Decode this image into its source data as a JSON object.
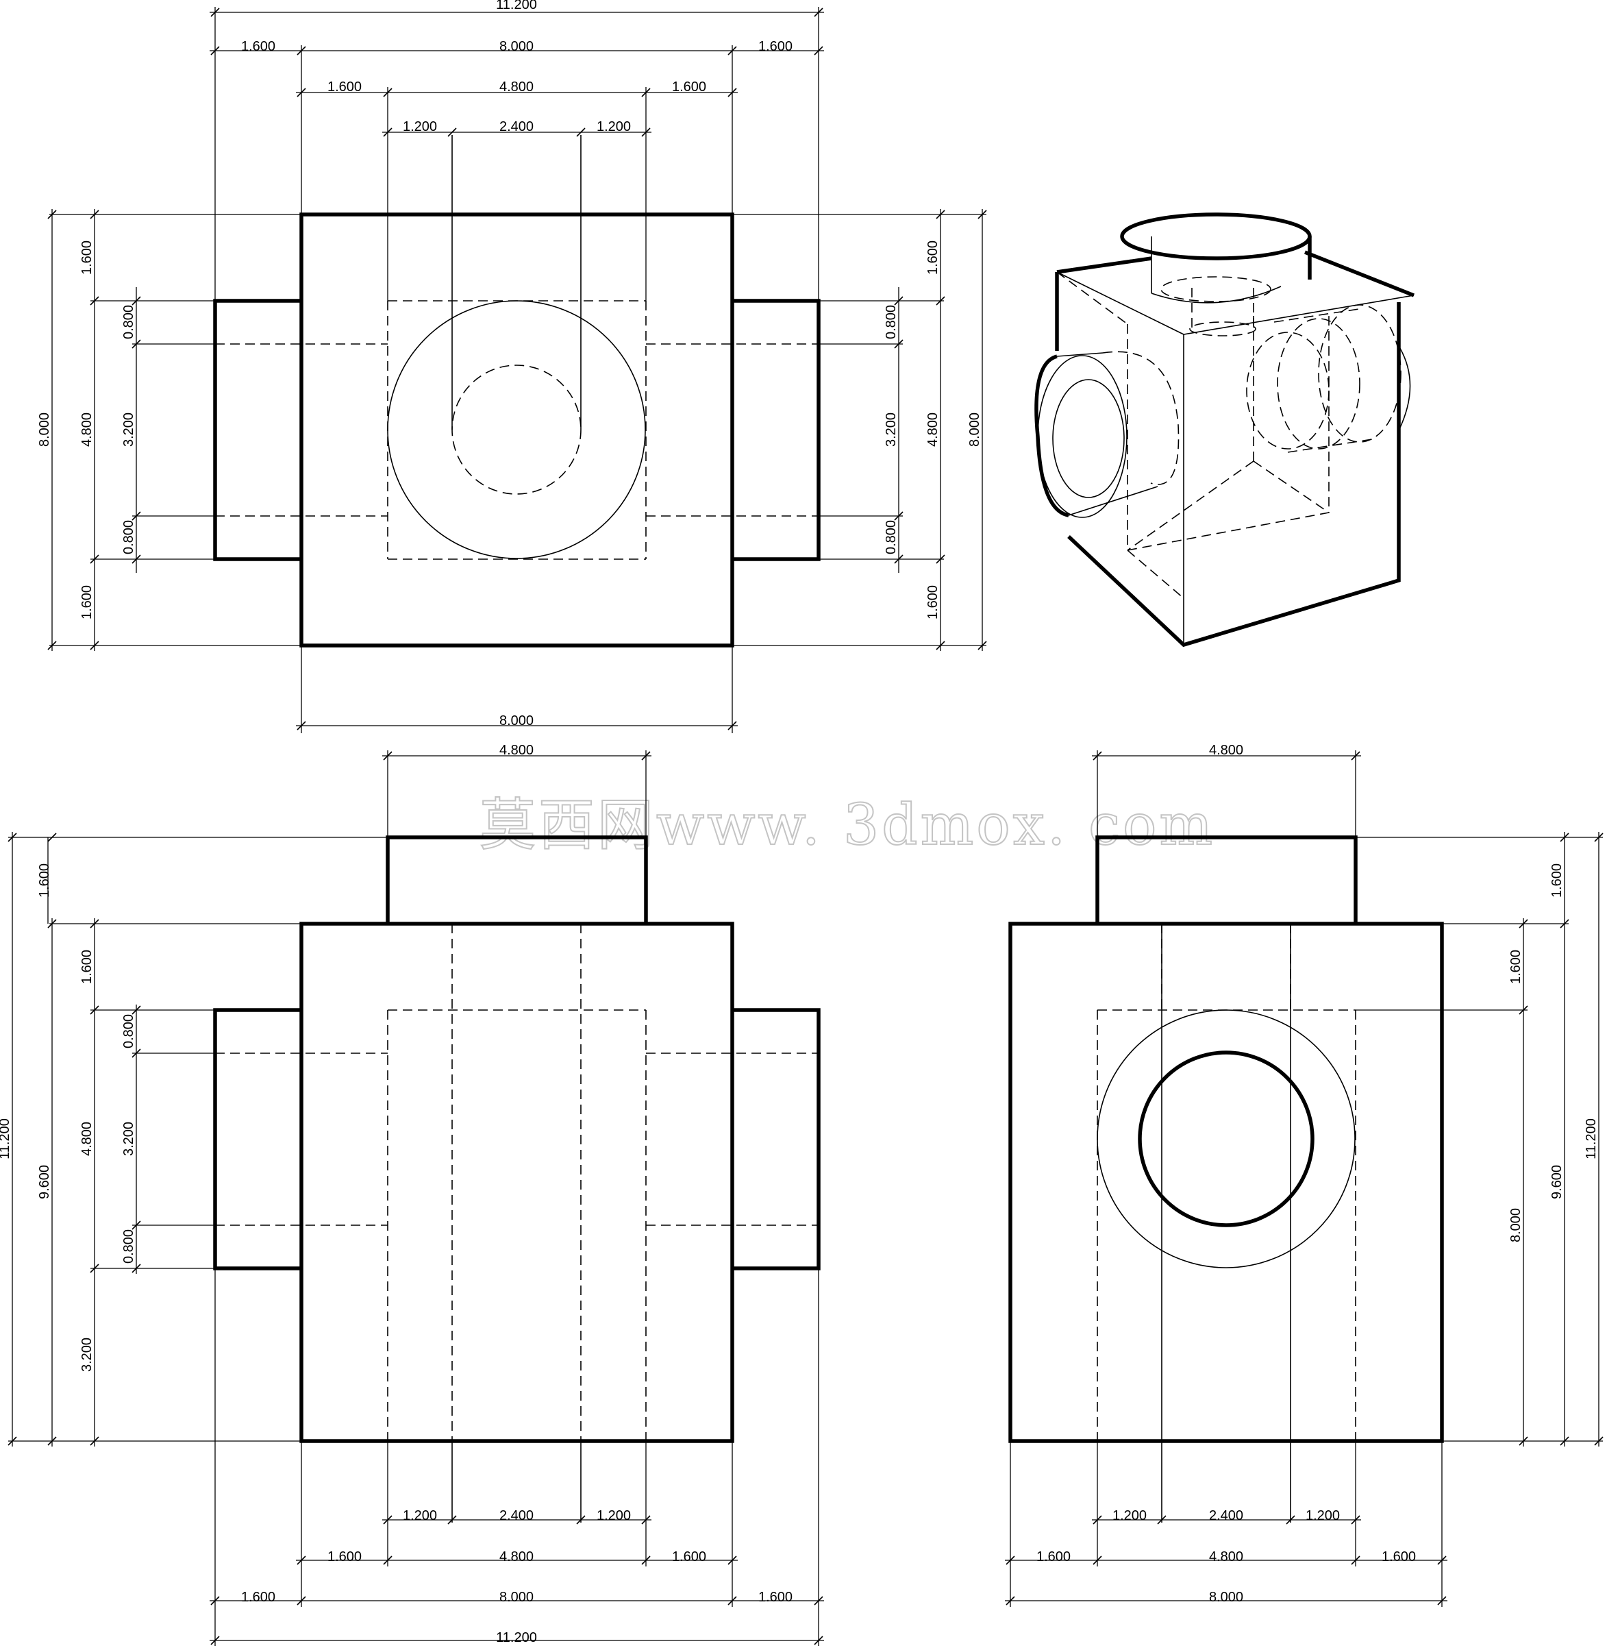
{
  "watermark": "莫西网www. 3dmox. com",
  "views": {
    "top": {
      "width_overall": "11.200",
      "width_parts": [
        "1.600",
        "8.000",
        "1.600"
      ],
      "width_inner": [
        "1.600",
        "4.800",
        "1.600"
      ],
      "width_core": [
        "1.200",
        "2.400",
        "1.200"
      ],
      "width_bottom": "8.000",
      "height_overall": "8.000",
      "height_parts_left": [
        "1.600",
        "4.800",
        "1.600"
      ],
      "height_parts_inner_left": [
        "0.800",
        "3.200",
        "0.800"
      ],
      "height_overall_right": "8.000",
      "height_parts_right": [
        "1.600",
        "4.800",
        "1.600"
      ],
      "height_parts_inner_right": [
        "0.800",
        "3.200",
        "0.800"
      ]
    },
    "front": {
      "top_width": "4.800",
      "height_overall": "11.200",
      "height_body": "9.600",
      "height_parts": [
        "1.600",
        "1.600",
        "4.800",
        "3.200"
      ],
      "height_inner": [
        "0.800",
        "3.200",
        "0.800"
      ],
      "width_core": [
        "1.200",
        "2.400",
        "1.200"
      ],
      "width_inner": [
        "1.600",
        "4.800",
        "1.600"
      ],
      "width_parts": [
        "1.600",
        "8.000",
        "1.600"
      ],
      "width_overall": "11.200"
    },
    "side": {
      "top_width": "4.800",
      "height_overall": "11.200",
      "height_body": "9.600",
      "height_parts": [
        "1.600",
        "1.600",
        "8.000"
      ],
      "width_core": [
        "1.200",
        "2.400",
        "1.200"
      ],
      "width_inner": [
        "1.600",
        "4.800",
        "1.600"
      ],
      "width_overall": "8.000"
    }
  }
}
